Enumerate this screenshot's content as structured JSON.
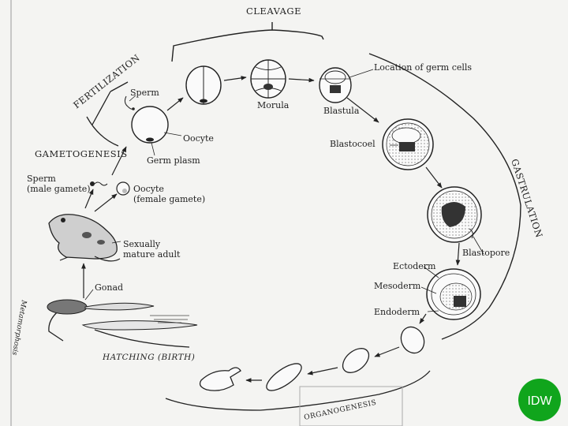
{
  "colors": {
    "background": "#f4f4f2",
    "ink": "#222222",
    "badge": "#10a51c",
    "badge_text": "#ffffff"
  },
  "stages": {
    "cleavage": "CLEAVAGE",
    "fertilization": "FERTILIZATION",
    "gametogenesis": "GAMETOGENESIS",
    "gastrulation": "GASTRULATION",
    "organogenesis": "ORGANOGENESIS",
    "hatching": "HATCHING (BIRTH)",
    "metamorphosis": "Metamorphosis"
  },
  "labels": {
    "sperm": "Sperm",
    "oocyte": "Oocyte",
    "germ_plasm": "Germ plasm",
    "morula": "Morula",
    "blastula": "Blastula",
    "location_germ_cells": "Location of germ cells",
    "blastocoel": "Blastocoel",
    "blastopore": "Blastopore",
    "ectoderm": "Ectoderm",
    "mesoderm": "Mesoderm",
    "endoderm": "Endoderm",
    "sperm_male_1": "Sperm",
    "sperm_male_2": "(male gamete)",
    "oocyte_female_1": "Oocyte",
    "oocyte_female_2": "(female gamete)",
    "adult_1": "Sexually",
    "adult_2": "mature adult",
    "gonad": "Gonad"
  },
  "badge": {
    "text": "IDW"
  }
}
